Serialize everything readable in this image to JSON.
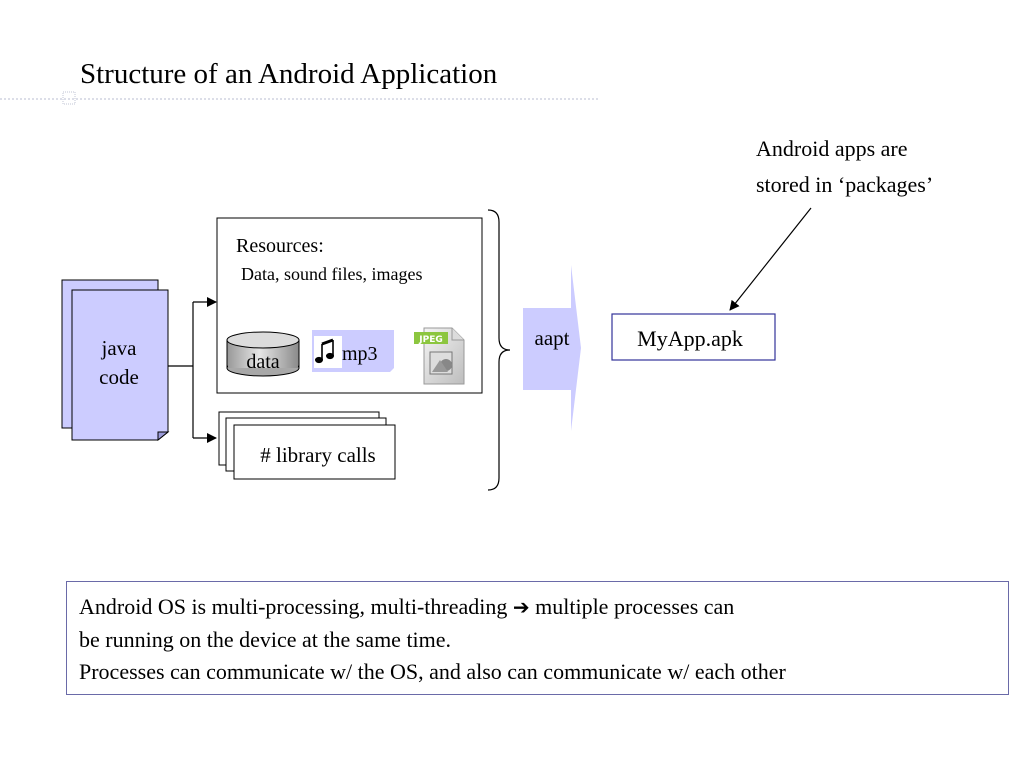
{
  "slide": {
    "title": "Structure of an Android Application"
  },
  "diagram": {
    "java_code": {
      "line1": "java",
      "line2": "code"
    },
    "resources": {
      "heading": "Resources:",
      "subheading": "Data, sound files, images",
      "data_label": "data",
      "mp3_label": "mp3",
      "jpeg_label": "JPEG"
    },
    "library": {
      "label": "# library calls"
    },
    "tool": {
      "label": "aapt"
    },
    "package": {
      "label": "MyApp.apk"
    },
    "callout": {
      "line1": "Android apps are",
      "line2": "stored in ‘packages’"
    }
  },
  "note": {
    "line1_before": "Android OS is multi-processing, multi-threading",
    "line1_arrow": "➔",
    "line1_after": "multiple processes can",
    "line2": "be running on the device at the same time.",
    "line3": "Processes can communicate w/ the OS, and also can communicate w/ each other"
  },
  "colors": {
    "java_fill": "#ccccff",
    "aapt_fill": "#ccccff",
    "apk_border": "#333399",
    "note_border": "#6a6aa8"
  },
  "icons": [
    "music-note-icon",
    "jpeg-file-icon",
    "database-cylinder-icon",
    "arrow-right-icon"
  ]
}
